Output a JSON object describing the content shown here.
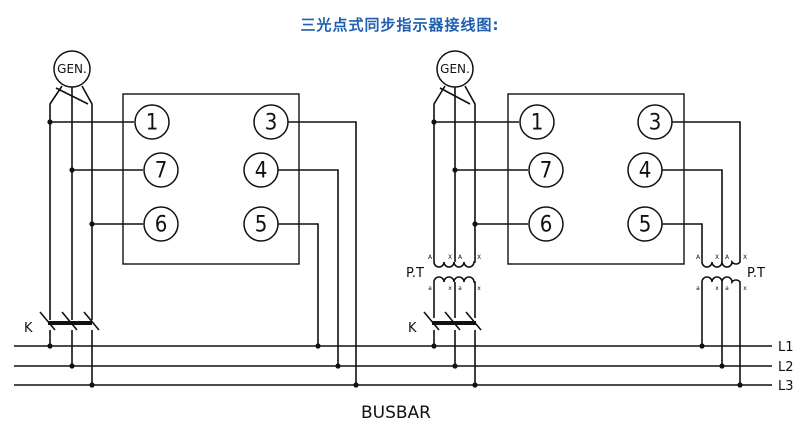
{
  "title": "三光点式同步指示器接线图:",
  "generator_label": "GEN.",
  "switch_label": "K",
  "pt_label": "P.T",
  "pt_primary_letters": [
    "A",
    "X",
    "A",
    "X"
  ],
  "pt_secondary_letters": [
    "a",
    "x",
    "a",
    "x"
  ],
  "busbar_label": "BUSBAR",
  "lines": [
    "L1",
    "L2",
    "L3"
  ],
  "terminals": {
    "t1": "1",
    "t3": "3",
    "t7": "7",
    "t4": "4",
    "t6": "6",
    "t5": "5"
  }
}
